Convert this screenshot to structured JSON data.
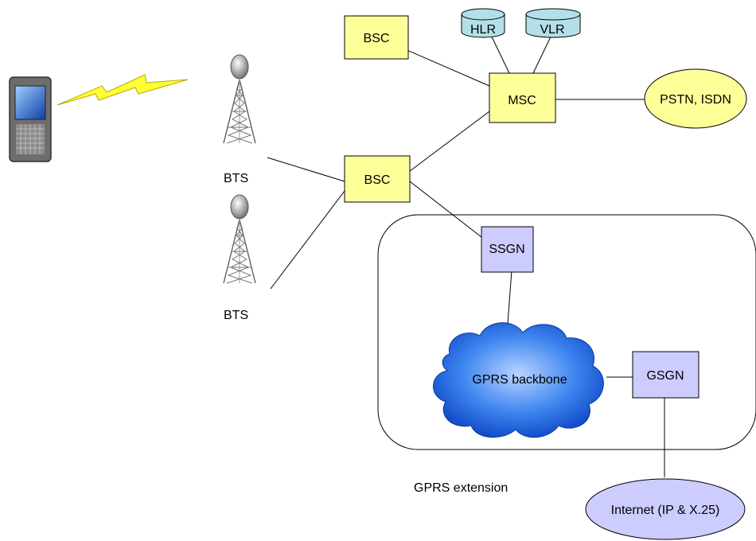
{
  "colors": {
    "node_yellow": "#ffff99",
    "node_cyan": "#b3e0e8",
    "node_lavender": "#ccccff",
    "cloud": "#1f6fe6",
    "lightning": "#ffff33",
    "line": "#000000"
  },
  "icons": {
    "phone": "mobile-phone-icon",
    "tower": "radio-tower-icon",
    "signal": "lightning-signal-icon",
    "cloud": "cloud-icon"
  },
  "nodes": {
    "bsc_top": "BSC",
    "bsc_mid": "BSC",
    "hlr": "HLR",
    "vlr": "VLR",
    "msc": "MSC",
    "pstn": "PSTN, ISDN",
    "bts_top": "BTS",
    "bts_bottom": "BTS",
    "ssgn": "SSGN",
    "gsgn": "GSGN",
    "backbone": "GPRS backbone",
    "internet": "Internet (IP & X.25)"
  },
  "regions": {
    "gprs_extension": "GPRS extension"
  }
}
